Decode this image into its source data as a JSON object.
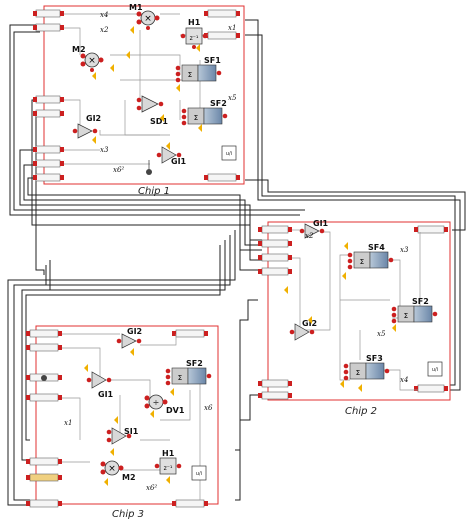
{
  "chips": {
    "chip1": {
      "label": "Chip 1"
    },
    "chip2": {
      "label": "Chip 2"
    },
    "chip3": {
      "label": "Chip 3"
    }
  },
  "chip1_blocks": {
    "m1": "M1",
    "h1": "H1",
    "m2": "M2",
    "sf1": "SF1",
    "gi2": "GI2",
    "sd1": "SD1",
    "sf2": "SF2",
    "gi1": "GI1"
  },
  "chip1_signals": {
    "x4": "x4",
    "x2": "x2",
    "x1": "x1",
    "xz": "x2",
    "x3": "x3",
    "x6sq": "x6²",
    "x5": "x5"
  },
  "chip2_blocks": {
    "gi1": "GI1",
    "sf4": "SF4",
    "gi2": "GI2",
    "sf2": "SF2",
    "sf3": "SF3"
  },
  "chip2_signals": {
    "x2": "x2",
    "x3": "x3",
    "x5": "x5",
    "x4": "x4"
  },
  "chip3_blocks": {
    "gi2": "GI2",
    "sf2": "SF2",
    "gi1": "GI1",
    "dv1": "DV1",
    "si1": "SI1",
    "h1": "H1",
    "m2": "M2"
  },
  "chip3_signals": {
    "x1": "x1",
    "x6": "x6",
    "x6sq": "x6²"
  },
  "io_label": "u/i",
  "colors": {
    "border": "#e03030",
    "port": "#cc2020",
    "arrow": "#f0b000",
    "wire": "#222222"
  }
}
